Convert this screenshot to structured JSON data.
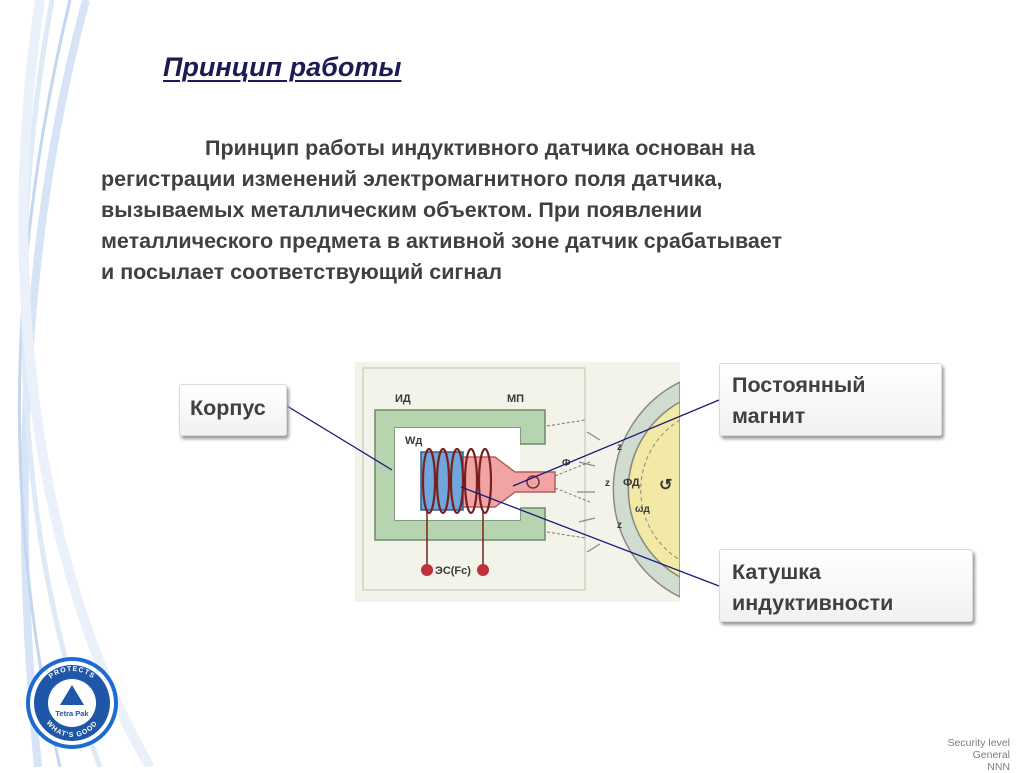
{
  "slide": {
    "title": "Принцип работы",
    "body_lines": [
      "Принцип работы индуктивного датчика основан на",
      "регистрации изменений электромагнитного поля датчика,",
      "вызываемых металлическим объектом. При появлении",
      "металлического предмета в активной зоне датчик срабатывает",
      "и посылает соответствующий сигнал"
    ]
  },
  "callouts": {
    "housing": "Корпус",
    "magnet": [
      "Постоянный",
      "магнит"
    ],
    "coil": [
      "Катушка",
      "индуктивности"
    ]
  },
  "diagram_labels": {
    "id": "ИД",
    "mp": "МП",
    "wd": "Wд",
    "es": "ЭС(Fc)",
    "fd": "ФД",
    "omega": "ωд",
    "phi": "Ф",
    "z": "z"
  },
  "logo": {
    "brand": "Tetra Pak",
    "ring_top": "PROTECTS",
    "ring_bottom": "WHAT'S GOOD"
  },
  "footer": {
    "security_label": "Security level",
    "security_value": "General",
    "security_under": "NNN"
  },
  "colors": {
    "title": "#1c1c55",
    "text": "#404040",
    "pointer_line": "#1a1a7a",
    "accent_blue": "#1c6bd0",
    "logo_blue": "#1f56a8",
    "core_pink": "#f2a3a3",
    "coil_blue": "#6fa7dd",
    "housing_green": "#b7d4b0",
    "disk_yellow": "#f2e9a6"
  }
}
